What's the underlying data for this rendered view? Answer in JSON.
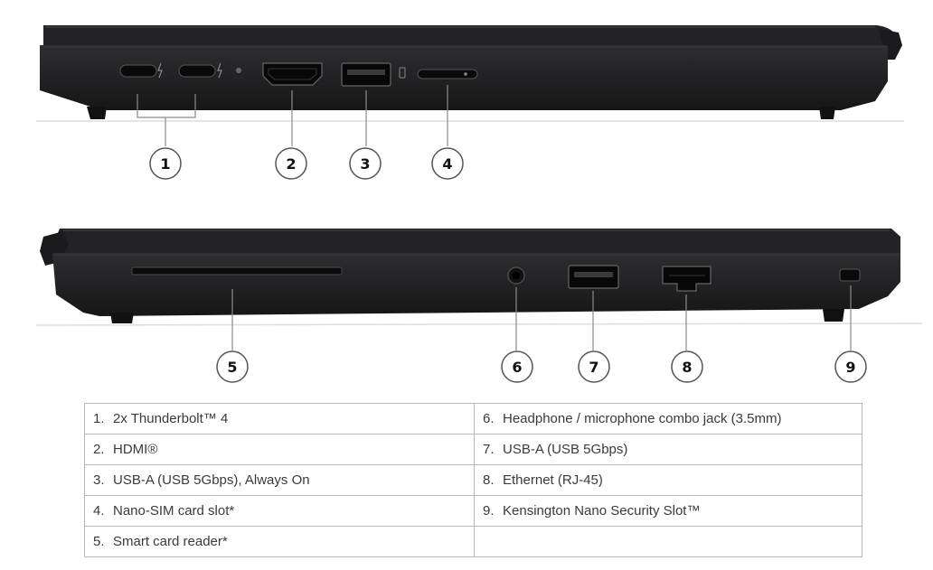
{
  "callouts": [
    "1",
    "2",
    "3",
    "4",
    "5",
    "6",
    "7",
    "8",
    "9"
  ],
  "legend": {
    "rows": [
      {
        "left": {
          "num": "1.",
          "text": "2x Thunderbolt™ 4"
        },
        "right": {
          "num": "6.",
          "text": "Headphone / microphone combo jack (3.5mm)"
        }
      },
      {
        "left": {
          "num": "2.",
          "text": "HDMI®"
        },
        "right": {
          "num": "7.",
          "text": "USB-A (USB 5Gbps)"
        }
      },
      {
        "left": {
          "num": "3.",
          "text": "USB-A (USB 5Gbps), Always On"
        },
        "right": {
          "num": "8.",
          "text": "Ethernet (RJ-45)"
        }
      },
      {
        "left": {
          "num": "4.",
          "text": "Nano-SIM card slot*"
        },
        "right": {
          "num": "9.",
          "text": "Kensington Nano Security Slot™"
        }
      },
      {
        "left": {
          "num": "5.",
          "text": "Smart card reader*"
        },
        "right": {
          "num": "",
          "text": ""
        }
      }
    ]
  },
  "colors": {
    "chassis": "#1c1c1e",
    "chassis_top": "#2a2a2d",
    "leader": "#8a8a8a"
  }
}
